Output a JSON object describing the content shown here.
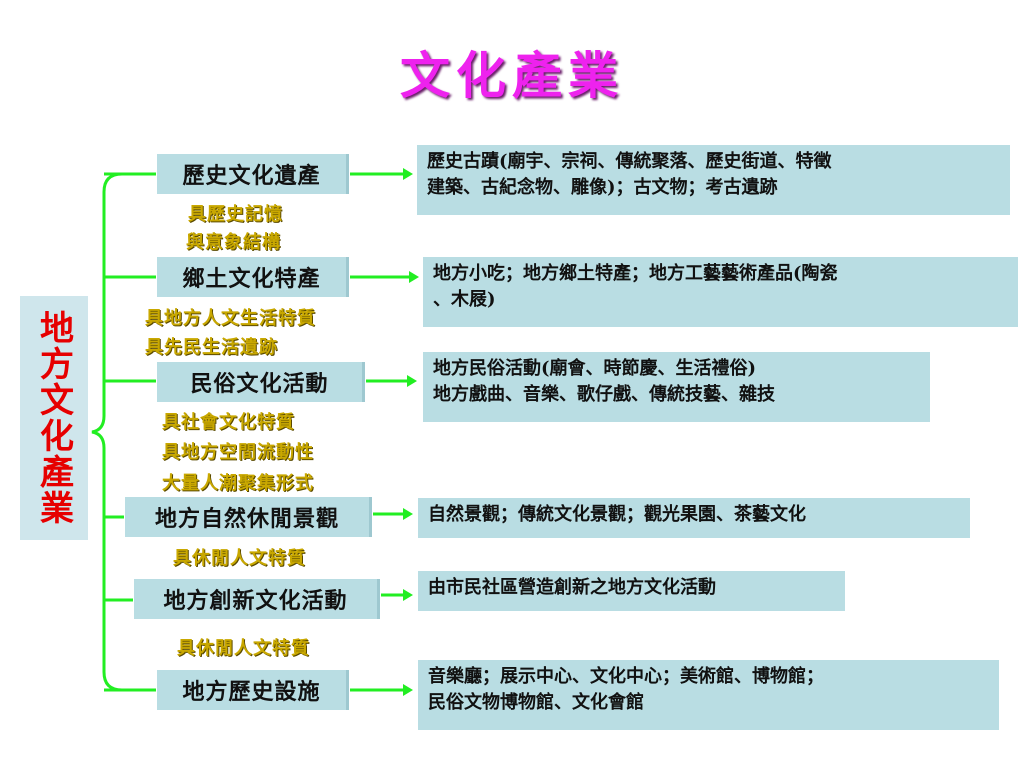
{
  "title": "文化產業",
  "root": "地方文化產業",
  "categories": [
    {
      "label": "歷史文化遺產",
      "desc": [
        "歷史古蹟(廟宇、宗祠、傳統聚落、歷史街道、特徵",
        "建築、古紀念物、雕像)；古文物；考古遺跡"
      ],
      "notes": [
        "具歷史記憶",
        "與意象結構"
      ]
    },
    {
      "label": "鄉土文化特產",
      "desc": [
        "地方小吃；地方鄉土特產；地方工藝藝術產品(陶瓷",
        "、木屐)"
      ],
      "notes": [
        "具地方人文生活特質",
        "具先民生活遺跡"
      ]
    },
    {
      "label": "民俗文化活動",
      "desc": [
        "地方民俗活動(廟會、時節慶、生活禮俗)",
        "地方戲曲、音樂、歌仔戲、傳統技藝、雜技"
      ],
      "notes": [
        "具社會文化特質",
        "具地方空間流動性",
        "大量人潮聚集形式"
      ]
    },
    {
      "label": "地方自然休閒景觀",
      "desc": [
        "自然景觀；傳統文化景觀；觀光果園、茶藝文化"
      ],
      "notes": [
        "具休閒人文特質"
      ]
    },
    {
      "label": "地方創新文化活動",
      "desc": [
        "由市民社區營造創新之地方文化活動"
      ],
      "notes": [
        "具休閒人文特質"
      ]
    },
    {
      "label": "地方歷史設施",
      "desc": [
        "音樂廳；展示中心、文化中心；美術館、博物館；",
        "民俗文物博物館、文化會館"
      ],
      "notes": []
    }
  ],
  "colors": {
    "line": "#22ee22",
    "root_text": "#e60000",
    "note_text": "#c9a800",
    "title_text": "#ee22ee",
    "box_fill": "#b9dde3"
  }
}
